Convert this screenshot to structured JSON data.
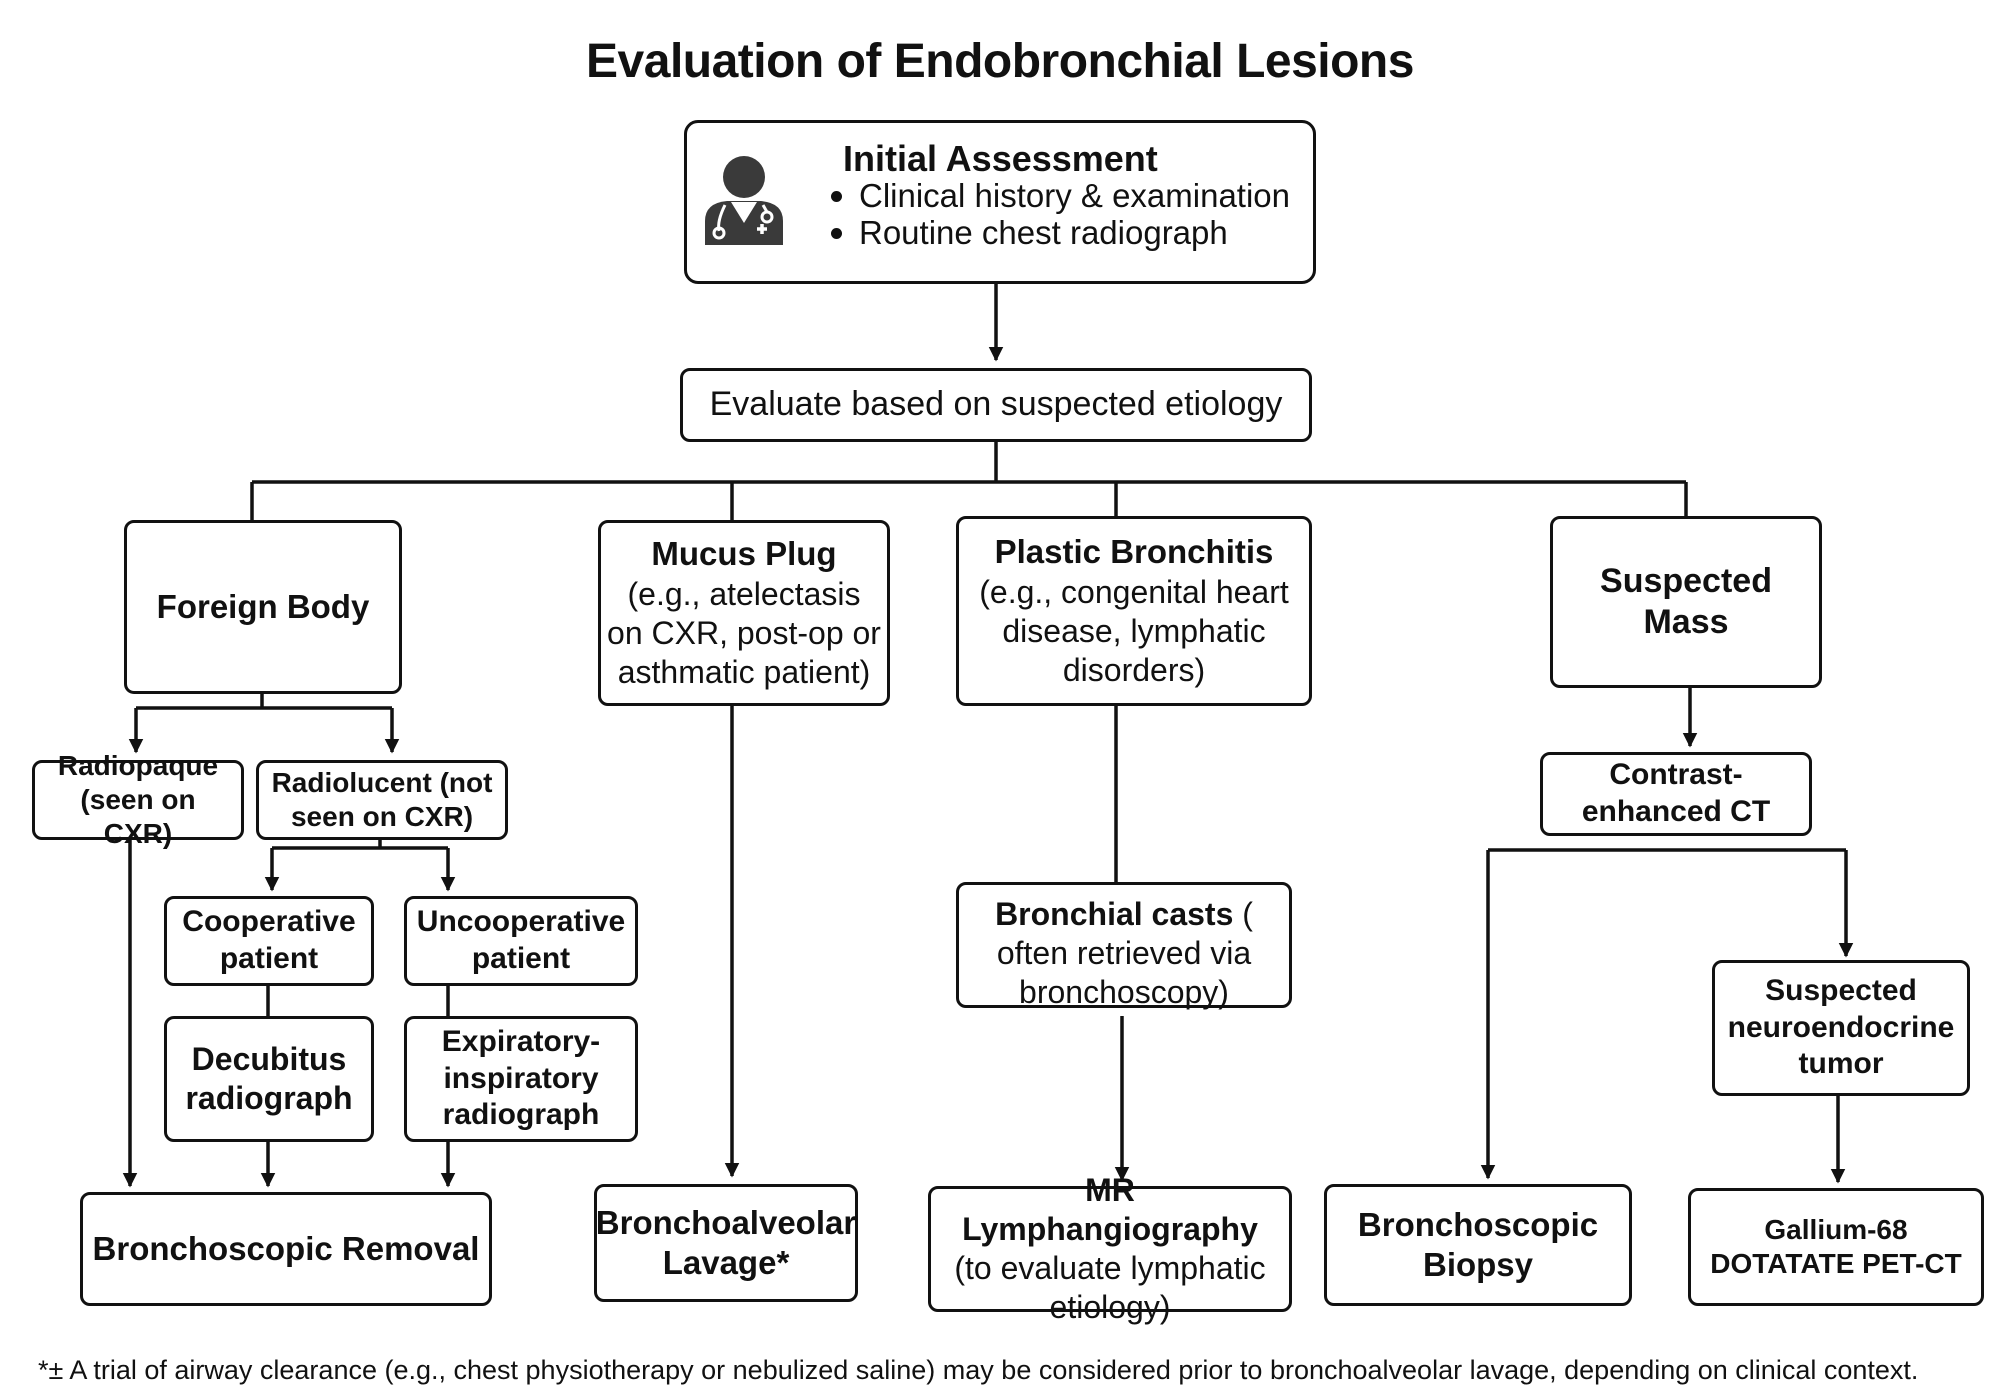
{
  "title": "Evaluation of Endobronchial Lesions",
  "initial_assessment": {
    "heading": "Initial Assessment",
    "icon": "doctor-icon",
    "bullets": [
      "Clinical history & examination",
      "Routine chest radiograph"
    ]
  },
  "evaluate": "Evaluate based on suspected etiology",
  "foreign_body": {
    "title": "Foreign Body",
    "radiopaque": "Radiopaque (seen on CXR)",
    "radiolucent": "Radiolucent (not seen on CXR)",
    "cooperative": "Cooperative patient",
    "uncooperative": "Uncooperative patient",
    "decubitus": "Decubitus radiograph",
    "expiratory": "Expiratory-inspiratory radiograph",
    "removal": "Bronchoscopic Removal"
  },
  "mucus_plug": {
    "title": "Mucus Plug",
    "detail": "(e.g., atelectasis on CXR, post-op or asthmatic patient)",
    "lavage": "Bronchoalveolar Lavage*"
  },
  "plastic_bronchitis": {
    "title": "Plastic Bronchitis",
    "detail": "(e.g., congenital heart disease, lymphatic disorders)",
    "casts_bold": "Bronchial casts",
    "casts_rest": " ( often retrieved via bronchoscopy)",
    "mr_title": "MR Lymphangiography",
    "mr_detail": "(to evaluate lymphatic etiology)"
  },
  "suspected_mass": {
    "title": "Suspected Mass",
    "ct": "Contrast-enhanced CT",
    "biopsy": "Bronchoscopic Biopsy",
    "net": "Suspected neuroendocrine tumor",
    "pet": "Gallium-68 DOTATATE PET-CT"
  },
  "footnote": "*± A trial of airway clearance (e.g., chest physiotherapy or nebulized saline) may be considered prior to bronchoalveolar lavage, depending on clinical context.",
  "colors": {
    "stroke": "#111111",
    "background": "#ffffff"
  }
}
